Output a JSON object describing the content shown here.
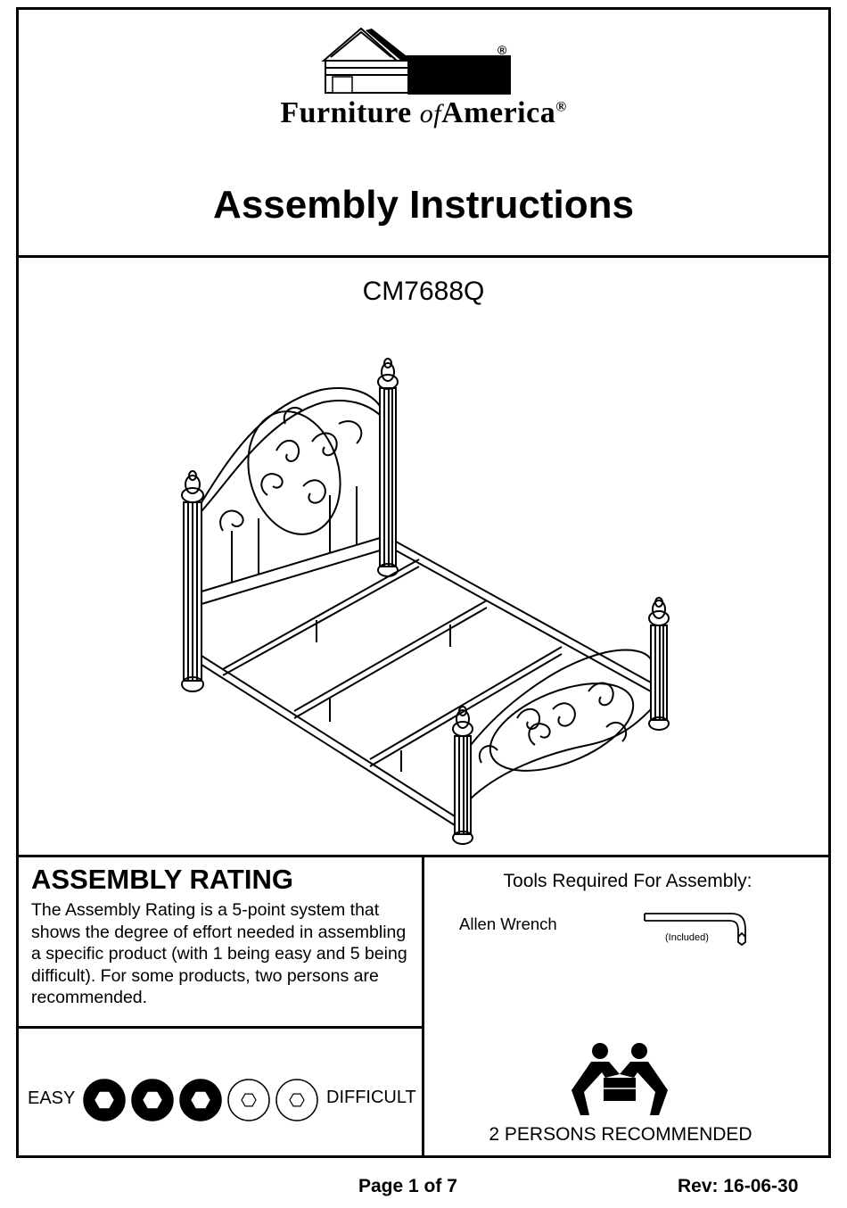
{
  "header": {
    "brand_first": "Furniture",
    "brand_of": "of",
    "brand_last": "America",
    "registered_mark": "®",
    "title": "Assembly  Instructions"
  },
  "product": {
    "model": "CM7688Q"
  },
  "rating": {
    "heading": "ASSEMBLY  RATING",
    "description": "The Assembly Rating is a 5-point system that shows the degree of effort needed in assembling a specific product (with 1 being easy and 5 being difficult).  For some products, two persons are recommended.",
    "easy_label": "EASY",
    "difficult_label": "DIFFICULT",
    "value": 3,
    "max": 5
  },
  "tools": {
    "heading": "Tools Required For Assembly:",
    "items": [
      {
        "name": "Allen Wrench",
        "note": "(Included)",
        "icon": "allen-wrench-icon"
      }
    ]
  },
  "persons": {
    "label": "2 PERSONS RECOMMENDED",
    "icon": "two-persons-lifting-icon"
  },
  "footer": {
    "page": "Page 1 of  7",
    "rev": "Rev: 16-06-30"
  }
}
